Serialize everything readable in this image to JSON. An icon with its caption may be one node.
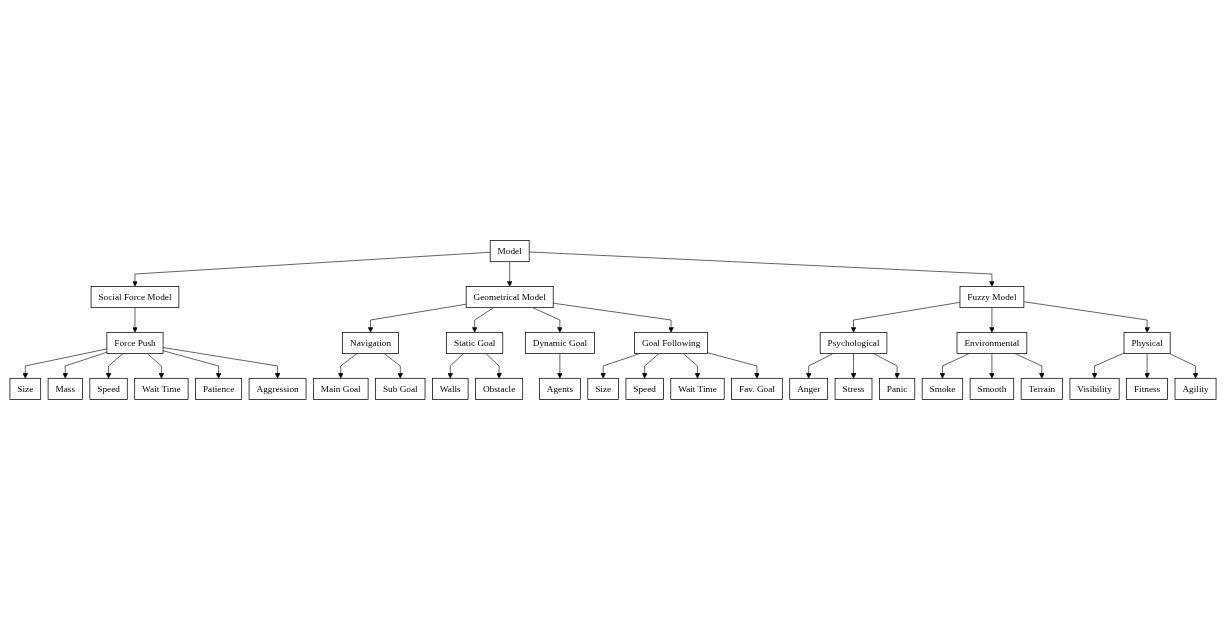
{
  "diagram": {
    "nodes": [
      {
        "text": [
          "Model"
        ]
      },
      {
        "text": [
          "Social Force Model"
        ]
      },
      {
        "text": [
          "Geometrical Model"
        ]
      },
      {
        "text": [
          "Fuzzy Model"
        ]
      },
      {
        "text": [
          "Force Push"
        ]
      },
      {
        "text": [
          "Navigation"
        ]
      },
      {
        "text": [
          "Static Goal"
        ]
      },
      {
        "text": [
          "Dynamic Goal"
        ]
      },
      {
        "text": [
          "Goal Following"
        ]
      },
      {
        "text": [
          "Psychological"
        ]
      },
      {
        "text": [
          "Environmental"
        ]
      },
      {
        "text": [
          "Physical"
        ]
      },
      {
        "text": [
          "Size"
        ]
      },
      {
        "text": [
          "Mass"
        ]
      },
      {
        "text": [
          "Speed"
        ]
      },
      {
        "text": [
          "Wait Time"
        ]
      },
      {
        "text": [
          "Patience"
        ]
      },
      {
        "text": [
          "Aggression"
        ]
      },
      {
        "text": [
          "Main Goal"
        ]
      },
      {
        "text": [
          "Sub Goal"
        ]
      },
      {
        "text": [
          "Walls"
        ]
      },
      {
        "text": [
          "Obstacle"
        ]
      },
      {
        "text": [
          "Agents"
        ]
      },
      {
        "text": [
          "Size"
        ]
      },
      {
        "text": [
          "Speed"
        ]
      },
      {
        "text": [
          "Wait Time"
        ]
      },
      {
        "text": [
          "Fav. Goal"
        ]
      },
      {
        "text": [
          "Anger"
        ]
      },
      {
        "text": [
          "Stress"
        ]
      },
      {
        "text": [
          "Panic"
        ]
      },
      {
        "text": [
          "Smoke"
        ]
      },
      {
        "text": [
          "Smooth"
        ]
      },
      {
        "text": [
          "Terrain"
        ]
      },
      {
        "text": [
          "Visibility"
        ]
      },
      {
        "text": [
          "Fitness"
        ]
      },
      {
        "text": [
          "Agility"
        ]
      }
    ],
    "edges": [
      {
        "from": 0,
        "to": 1,
        "arrow": "to"
      },
      {
        "from": 0,
        "to": 2,
        "arrow": "to"
      },
      {
        "from": 0,
        "to": 3,
        "arrow": "to"
      },
      {
        "from": 1,
        "to": 4,
        "arrow": "to"
      },
      {
        "from": 2,
        "to": 5,
        "arrow": "to"
      },
      {
        "from": 2,
        "to": 6,
        "arrow": "to"
      },
      {
        "from": 2,
        "to": 7,
        "arrow": "to"
      },
      {
        "from": 2,
        "to": 8,
        "arrow": "to"
      },
      {
        "from": 3,
        "to": 9,
        "arrow": "to"
      },
      {
        "from": 3,
        "to": 10,
        "arrow": "to"
      },
      {
        "from": 3,
        "to": 11,
        "arrow": "to"
      },
      {
        "from": 4,
        "to": 12,
        "arrow": "to"
      },
      {
        "from": 4,
        "to": 13,
        "arrow": "to"
      },
      {
        "from": 4,
        "to": 14,
        "arrow": "to"
      },
      {
        "from": 4,
        "to": 15,
        "arrow": "to"
      },
      {
        "from": 4,
        "to": 16,
        "arrow": "to"
      },
      {
        "from": 4,
        "to": 17,
        "arrow": "to"
      },
      {
        "from": 5,
        "to": 18,
        "arrow": "to"
      },
      {
        "from": 5,
        "to": 19,
        "arrow": "to"
      },
      {
        "from": 6,
        "to": 20,
        "arrow": "to"
      },
      {
        "from": 6,
        "to": 21,
        "arrow": "to"
      },
      {
        "from": 7,
        "to": 22,
        "arrow": "to"
      },
      {
        "from": 8,
        "to": 23,
        "arrow": "to"
      },
      {
        "from": 8,
        "to": 24,
        "arrow": "to"
      },
      {
        "from": 8,
        "to": 25,
        "arrow": "to"
      },
      {
        "from": 8,
        "to": 26,
        "arrow": "to"
      },
      {
        "from": 9,
        "to": 27,
        "arrow": "to"
      },
      {
        "from": 9,
        "to": 28,
        "arrow": "to"
      },
      {
        "from": 9,
        "to": 29,
        "arrow": "to"
      },
      {
        "from": 10,
        "to": 30,
        "arrow": "to"
      },
      {
        "from": 10,
        "to": 31,
        "arrow": "to"
      },
      {
        "from": 10,
        "to": 32,
        "arrow": "to"
      },
      {
        "from": 11,
        "to": 33,
        "arrow": "to"
      },
      {
        "from": 11,
        "to": 34,
        "arrow": "to"
      },
      {
        "from": 11,
        "to": 35,
        "arrow": "to"
      }
    ]
  }
}
